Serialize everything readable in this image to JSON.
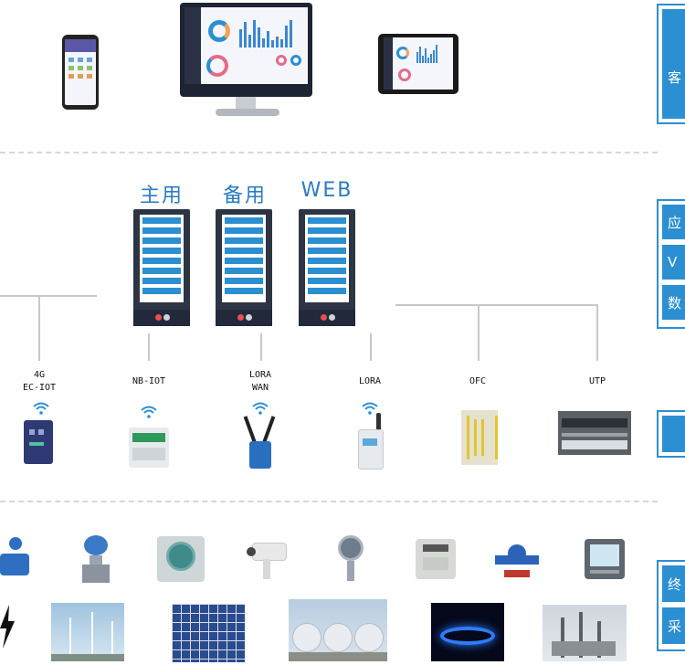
{
  "servers": [
    {
      "title": "主用"
    },
    {
      "title": "备用"
    },
    {
      "title": "WEB"
    }
  ],
  "protocols": [
    {
      "line1": "4G",
      "line2": "EC-IOT"
    },
    {
      "line1": "NB-IOT",
      "line2": ""
    },
    {
      "line1": "LORA",
      "line2": "WAN"
    },
    {
      "line1": "LORA",
      "line2": ""
    },
    {
      "line1": "OFC",
      "line2": ""
    },
    {
      "line1": "UTP",
      "line2": ""
    }
  ],
  "side_panels": {
    "top": "客",
    "middle": [
      "应",
      "V",
      "数"
    ],
    "bottom": [
      "终",
      "采"
    ]
  },
  "colors": {
    "accent": "#2b8fd2",
    "server_body": "#2d3444",
    "line": "#c8c8c8"
  }
}
